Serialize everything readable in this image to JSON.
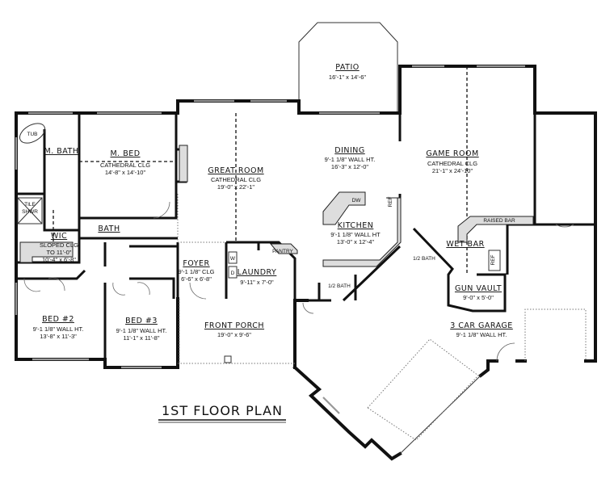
{
  "plan_title": "1ST FLOOR PLAN",
  "rooms": {
    "patio": {
      "name": "PATIO",
      "lines": [
        "16'-1\" x 14'-6\""
      ]
    },
    "dining": {
      "name": "DINING",
      "lines": [
        "9'-1 1/8\" WALL HT.",
        "16'-3\" x 12'-0\""
      ]
    },
    "game_room": {
      "name": "GAME ROOM",
      "lines": [
        "CATHEDRAL CLG",
        "21'-1\" x 24'-10\""
      ]
    },
    "m_bed": {
      "name": "M. BED",
      "lines": [
        "CATHEDRAL CLG",
        "14'-8\" x 14'-10\""
      ]
    },
    "m_bath": {
      "name": "M. BATH",
      "lines": []
    },
    "great_room": {
      "name": "GREAT ROOM",
      "lines": [
        "CATHEDRAL CLG",
        "19'-0\" x 22'-1\""
      ]
    },
    "tile_shwr": {
      "name": "TILE",
      "lines": [
        "SHWR"
      ]
    },
    "bath": {
      "name": "BATH",
      "lines": []
    },
    "wic": {
      "name": "WIC",
      "lines": [
        "SLOPED CLG",
        "TO 11'-0\"",
        "10'-4\" x 6'-8\""
      ]
    },
    "kitchen": {
      "name": "KITCHEN",
      "lines": [
        "9'-1 1/8\" WALL HT",
        "13'-0\" x 12'-4\""
      ]
    },
    "raised_bar": {
      "name": "RAISED BAR",
      "lines": []
    },
    "wet_bar": {
      "name": "WET BAR",
      "lines": []
    },
    "foyer": {
      "name": "FOYER",
      "lines": [
        "9'-1 1/8\" CLG",
        "6'-6\" x 6'-8\""
      ]
    },
    "laundry": {
      "name": "LAUNDRY",
      "lines": [
        "9'-11\" x 7'-0\""
      ]
    },
    "pantry": {
      "name": "PANTRY",
      "lines": []
    },
    "gun_vault": {
      "name": "GUN VAULT",
      "lines": [
        "9'-0\" x 5'-0\""
      ]
    },
    "bed2": {
      "name": "BED #2",
      "lines": [
        "9'-1 1/8\" WALL HT.",
        "13'-8\" x 11'-3\""
      ]
    },
    "bed3": {
      "name": "BED #3",
      "lines": [
        "9'-1 1/8\" WALL HT.",
        "11'-1\" x 11'-8\""
      ]
    },
    "front_porch": {
      "name": "FRONT PORCH",
      "lines": [
        "19'-0\" x 9'-6\""
      ]
    },
    "garage": {
      "name": "3 CAR GARAGE",
      "lines": [
        "9'-1 1/8\" WALL HT."
      ]
    },
    "half_bath_1": {
      "name": "1/2 BATH",
      "lines": []
    },
    "half_bath_2": {
      "name": "1/2 BATH",
      "lines": []
    }
  },
  "fixtures": {
    "tub": "TUB",
    "dw": "DW",
    "ref1": "REF",
    "ref2": "REF",
    "washer": "W",
    "dryer": "D"
  }
}
